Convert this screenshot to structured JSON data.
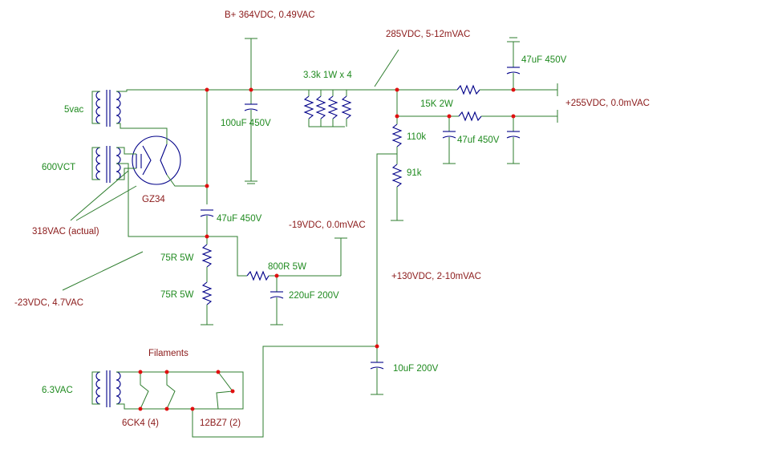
{
  "colors": {
    "wire": "#2e7d2e",
    "component": "#000088",
    "junction": "#e01010",
    "component_label": "#1f8a1f",
    "voltage_label": "#8b1a1a"
  },
  "labels": {
    "b_plus": "B+ 364VDC, 0.49VAC",
    "v285": "285VDC, 5-12mVAC",
    "r_33k": "3.3k 1W x 4",
    "c_47u_top": "47uF 450V",
    "v255": "+255VDC, 0.0mVAC",
    "r_15k": "15K 2W",
    "c_100u": "100uF 450V",
    "r_110k": "110k",
    "c_47u_mid": "47uf 450V",
    "r_91k": "91k",
    "sec_5vac": "5vac",
    "sec_600vct": "600VCT",
    "rect_gz34": "GZ34",
    "c_47u_bias": "47uF 450V",
    "vac_318": "318VAC (actual)",
    "v_neg19": "-19VDC, 0.0mVAC",
    "r_75_a": "75R  5W",
    "r_800": "800R 5W",
    "v_neg23": "-23VDC, 4.7VAC",
    "r_75_b": "75R  5W",
    "c_220u": "220uF 200V",
    "v130": "+130VDC, 2-10mVAC",
    "filaments": "Filaments",
    "c_10u": "10uF 200V",
    "sec_63vac": "6.3VAC",
    "tube_6ck4": "6CK4 (4)",
    "tube_12bz7": "12BZ7 (2)"
  }
}
